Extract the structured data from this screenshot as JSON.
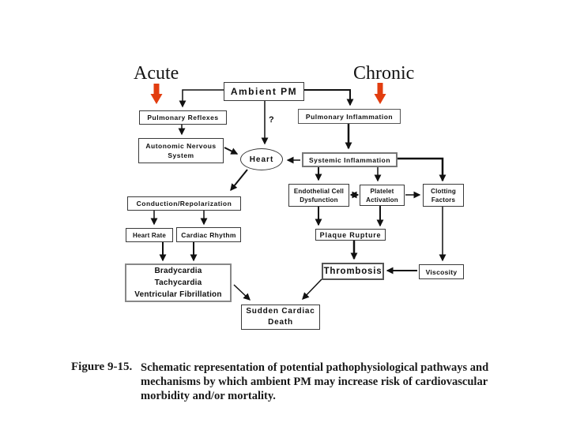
{
  "title_labels": {
    "acute": "Acute",
    "chronic": "Chronic"
  },
  "nodes": {
    "ambient_pm": {
      "label": "Ambient PM"
    },
    "pulmonary_reflexes": {
      "label": "Pulmonary Reflexes"
    },
    "pulmonary_inflammation": {
      "label": "Pulmonary Inflammation"
    },
    "autonomic_nervous_system": {
      "lines": [
        "Autonomic Nervous",
        "System"
      ]
    },
    "heart": {
      "label": "Heart"
    },
    "systemic_inflammation": {
      "label": "Systemic Inflammation"
    },
    "conduction_repolarization": {
      "label": "Conduction/Repolarization"
    },
    "endothelial_cell_dysfunction": {
      "lines": [
        "Endothelial Cell",
        "Dysfunction"
      ]
    },
    "platelet_activation": {
      "lines": [
        "Platelet",
        "Activation"
      ]
    },
    "clotting_factors": {
      "lines": [
        "Clotting",
        "Factors"
      ]
    },
    "heart_rate": {
      "label": "Heart Rate"
    },
    "cardiac_rhythm": {
      "label": "Cardiac Rhythm"
    },
    "plaque_rupture": {
      "label": "Plaque Rupture"
    },
    "arrhythmias": {
      "lines": [
        "Bradycardia",
        "Tachycardia",
        "Ventricular Fibrillation"
      ]
    },
    "thrombosis": {
      "label": "Thrombosis"
    },
    "viscosity": {
      "label": "Viscosity"
    },
    "sudden_cardiac_death": {
      "lines": [
        "Sudden Cardiac",
        "Death"
      ]
    }
  },
  "annotations": {
    "uncertain_link": "?"
  },
  "caption": {
    "figure_label": "Figure 9-15.",
    "lines": [
      "Schematic representation of potential pathophysiological pathways and",
      "mechanisms by which ambient PM may increase risk of cardiovascular",
      "morbidity and/or mortality."
    ]
  },
  "colors": {
    "emphasis_arrow_red": "#e23d0f",
    "line_black": "#111111"
  }
}
